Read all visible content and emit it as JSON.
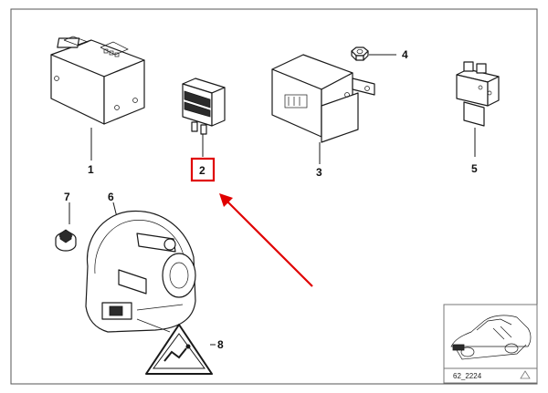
{
  "parts": [
    {
      "number": "1"
    },
    {
      "number": "2"
    },
    {
      "number": "3"
    },
    {
      "number": "4"
    },
    {
      "number": "5"
    },
    {
      "number": "6"
    },
    {
      "number": "7"
    },
    {
      "number": "8"
    }
  ],
  "highlight": {
    "part": "2",
    "color": "#e00000"
  },
  "arrow": {
    "color": "#e00000"
  },
  "thumbnail": {
    "code": "62_2224"
  }
}
